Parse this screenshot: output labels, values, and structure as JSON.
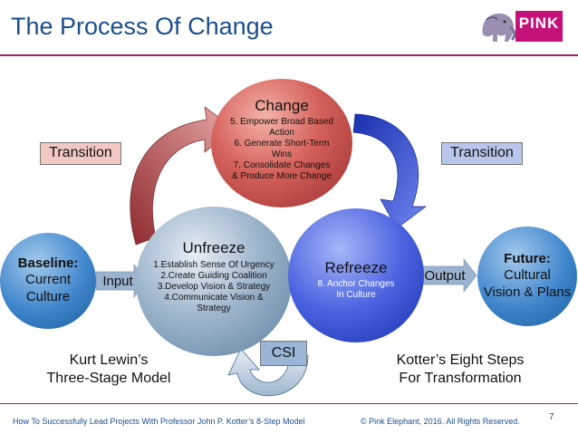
{
  "slide": {
    "title": "The Process Of Change",
    "logo_text": "PINK",
    "page_number": "7"
  },
  "change": {
    "title": "Change",
    "steps": [
      "5. Empower Broad Based",
      "Action",
      "6. Generate Short-Term",
      "Wins",
      "7. Consolidate Changes",
      "& Produce More Change"
    ]
  },
  "unfreeze": {
    "title": "Unfreeze",
    "steps": [
      "1.Establish Sense Of Urgency",
      "2.Create Guiding Coalition",
      "3.Develop Vision & Strategy",
      "4.Communicate Vision &",
      "Strategy"
    ]
  },
  "refreeze": {
    "title": "Refreeze",
    "steps": [
      "8. Anchor Changes",
      "In Culture"
    ]
  },
  "baseline": {
    "title": "Baseline:",
    "lines": [
      "Current",
      "Culture"
    ]
  },
  "future": {
    "title": "Future:",
    "lines": [
      "Cultural",
      "Vision & Plans"
    ]
  },
  "labels": {
    "transition_left": "Transition",
    "transition_right": "Transition",
    "input": "Input",
    "output": "Output",
    "csi": "CSI"
  },
  "captions": {
    "left": [
      "Kurt Lewin’s",
      "Three-Stage Model"
    ],
    "right": [
      "Kotter’s Eight Steps",
      "For Transformation"
    ]
  },
  "footer": {
    "left": "How To Successfully Lead Projects With Professor John P. Kotter’s 8-Step Model",
    "right": "© Pink Elephant, 2016. All Rights Reserved."
  }
}
